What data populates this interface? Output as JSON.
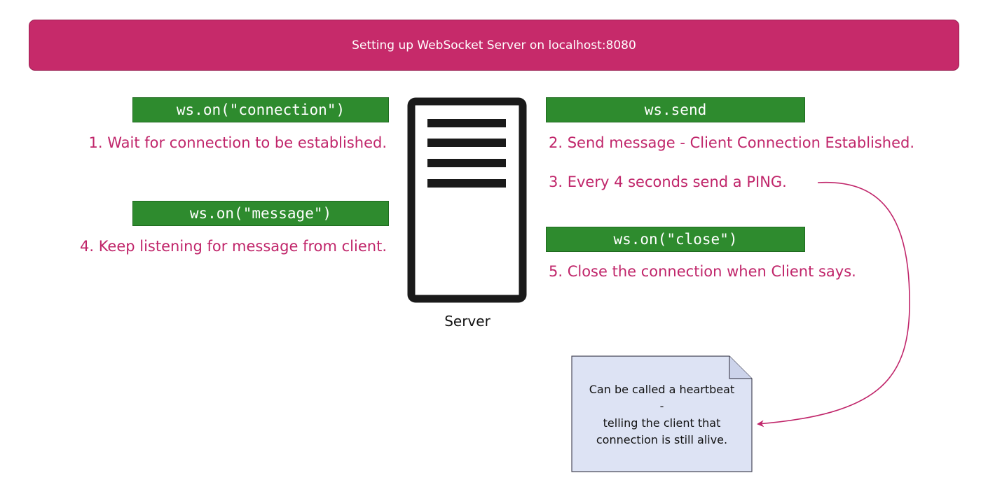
{
  "banner": {
    "title": "Setting up WebSocket Server on localhost:8080"
  },
  "code_labels": {
    "connection": "ws.on(\"connection\")",
    "message": "ws.on(\"message\")",
    "send": "ws.send",
    "close": "ws.on(\"close\")"
  },
  "steps": {
    "step1": "1. Wait for connection to be established.",
    "step2": "2. Send message - Client Connection Established.",
    "step3": "3. Every 4 seconds send a PING.",
    "step4": "4. Keep listening for message from client.",
    "step5": "5. Close the connection when Client says."
  },
  "server": {
    "caption": "Server",
    "icon": "server-icon"
  },
  "note": {
    "line1": "Can be called a heartbeat",
    "line2": "-",
    "line3": "telling the client that",
    "line4": "connection is still alive."
  },
  "colors": {
    "banner": "#c62a6a",
    "code_box": "#2e8b2e",
    "step_text": "#c0256a",
    "note_fill": "#dde3f4",
    "arrow": "#c0256a"
  }
}
